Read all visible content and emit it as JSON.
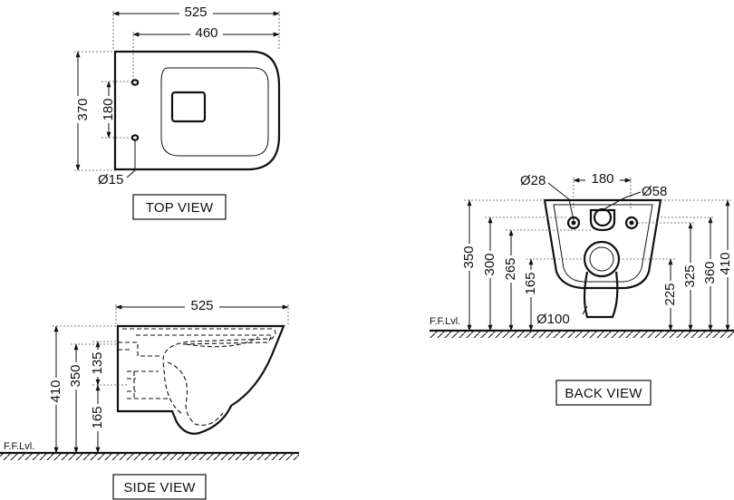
{
  "floor_label": "F.F.Lvl.",
  "top_view": {
    "title": "TOP VIEW",
    "width_overall": "525",
    "width_bowl": "460",
    "depth": "370",
    "fixing_spacing": "180",
    "fixing_hole": "Ø15"
  },
  "side_view": {
    "title": "SIDE VIEW",
    "length": "525",
    "height": "410",
    "rim_height": "350",
    "inlet_gap": "135",
    "outlet_height": "165"
  },
  "back_view": {
    "title": "BACK VIEW",
    "fixing_hole": "Ø28",
    "fixing_spacing": "180",
    "inlet": "Ø58",
    "outlet": "Ø100",
    "left_dims": [
      "350",
      "300",
      "265",
      "165"
    ],
    "right_dims": [
      "225",
      "325",
      "360",
      "410"
    ]
  }
}
